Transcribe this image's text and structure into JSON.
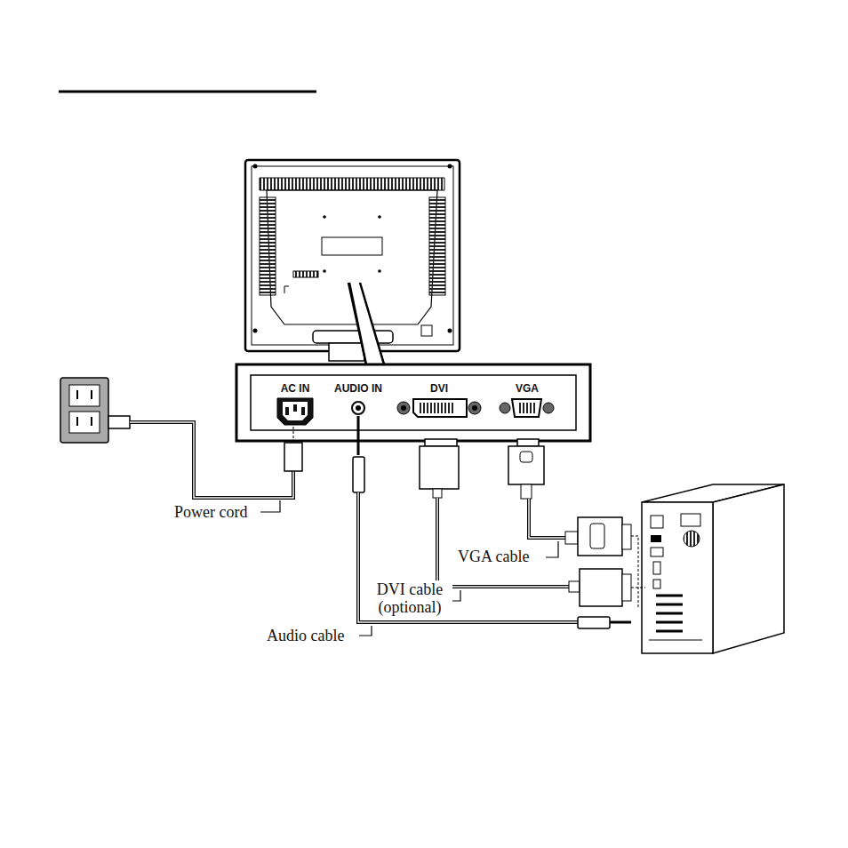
{
  "diagram": {
    "labels": [
      "AC IN",
      "AUDIO IN",
      "DVI",
      "VGA",
      "Power cord",
      "VGA cable",
      "DVI cable (optional)",
      "Audio cable"
    ]
  }
}
